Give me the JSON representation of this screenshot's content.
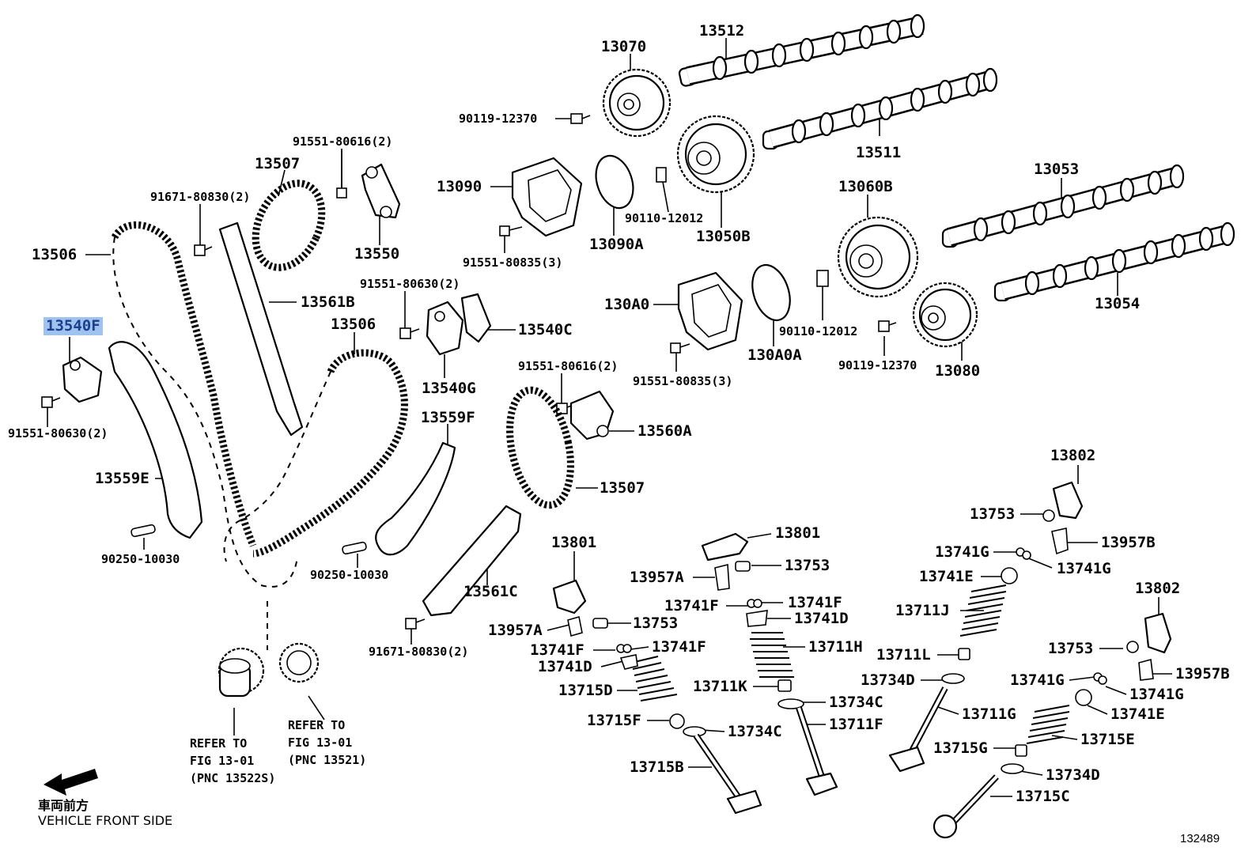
{
  "diagram_id": "132489",
  "highlighted_part": "13540F",
  "labels": {
    "l13512": "13512",
    "l13070": "13070",
    "l90119a": "90119-12370",
    "l13511": "13511",
    "l91551a": "91551-80616(2)",
    "l13507a": "13507",
    "l91671a": "91671-80830(2)",
    "l13090": "13090",
    "l13550": "13550",
    "l90110a": "90110-12012",
    "l13050B": "13050B",
    "l13053": "13053",
    "l13060B": "13060B",
    "l13506a": "13506",
    "l91551b": "91551-80835(3)",
    "l13090A": "13090A",
    "l13561B": "13561B",
    "l91551c": "91551-80630(2)",
    "l130A0": "130A0",
    "l13054": "13054",
    "l13540F": "13540F",
    "l13506b": "13506",
    "l13540C": "13540C",
    "l90110b": "90110-12012",
    "l130A0A": "130A0A",
    "l90119b": "90119-12370",
    "l13080": "13080",
    "l91551d": "91551-80835(3)",
    "l91551e": "91551-80630(2)",
    "l13540G": "13540G",
    "l91551f": "91551-80616(2)",
    "l13559F": "13559F",
    "l13560A": "13560A",
    "l13559E": "13559E",
    "l13507b": "13507",
    "l13802a": "13802",
    "l13753a": "13753",
    "l90250a": "90250-10030",
    "l13801a": "13801",
    "l13957Ba": "13957B",
    "l90250b": "90250-10030",
    "l13801b": "13801",
    "l13741Ga": "13741G",
    "l13741Gb": "13741G",
    "l13957Aa": "13957A",
    "l13753b": "13753",
    "l13561C": "13561C",
    "l13741Ea": "13741E",
    "l13802b": "13802",
    "l13741Fa": "13741F",
    "l13741Fb": "13741F",
    "l13741Da": "13741D",
    "l13711J": "13711J",
    "l13753c": "13753",
    "l13957Ab": "13957A",
    "l91671b": "91671-80830(2)",
    "l13741Fc": "13741F",
    "l13741Fd": "13741F",
    "l13711H": "13711H",
    "l13711L": "13711L",
    "l13753d": "13753",
    "l13741Db": "13741D",
    "l13734Da": "13734D",
    "l13741Gc": "13741G",
    "l13957Bb": "13957B",
    "l13715D": "13715D",
    "l13711K": "13711K",
    "l13741Gd": "13741G",
    "l13734Ca": "13734C",
    "l13711G": "13711G",
    "l13741Eb": "13741E",
    "l13715F": "13715F",
    "l13734Cb": "13734C",
    "l13711F": "13711F",
    "l13715E": "13715E",
    "l13715G": "13715G",
    "l13715B": "13715B",
    "l13734Db": "13734D",
    "l13715C": "13715C"
  },
  "references": {
    "ref1": [
      "REFER TO",
      "FIG 13-01",
      "(PNC 13522S)"
    ],
    "ref2": [
      "REFER TO",
      "FIG 13-01",
      "(PNC 13521)"
    ]
  },
  "direction": {
    "jp": "車両前方",
    "en": "VEHICLE FRONT SIDE"
  }
}
